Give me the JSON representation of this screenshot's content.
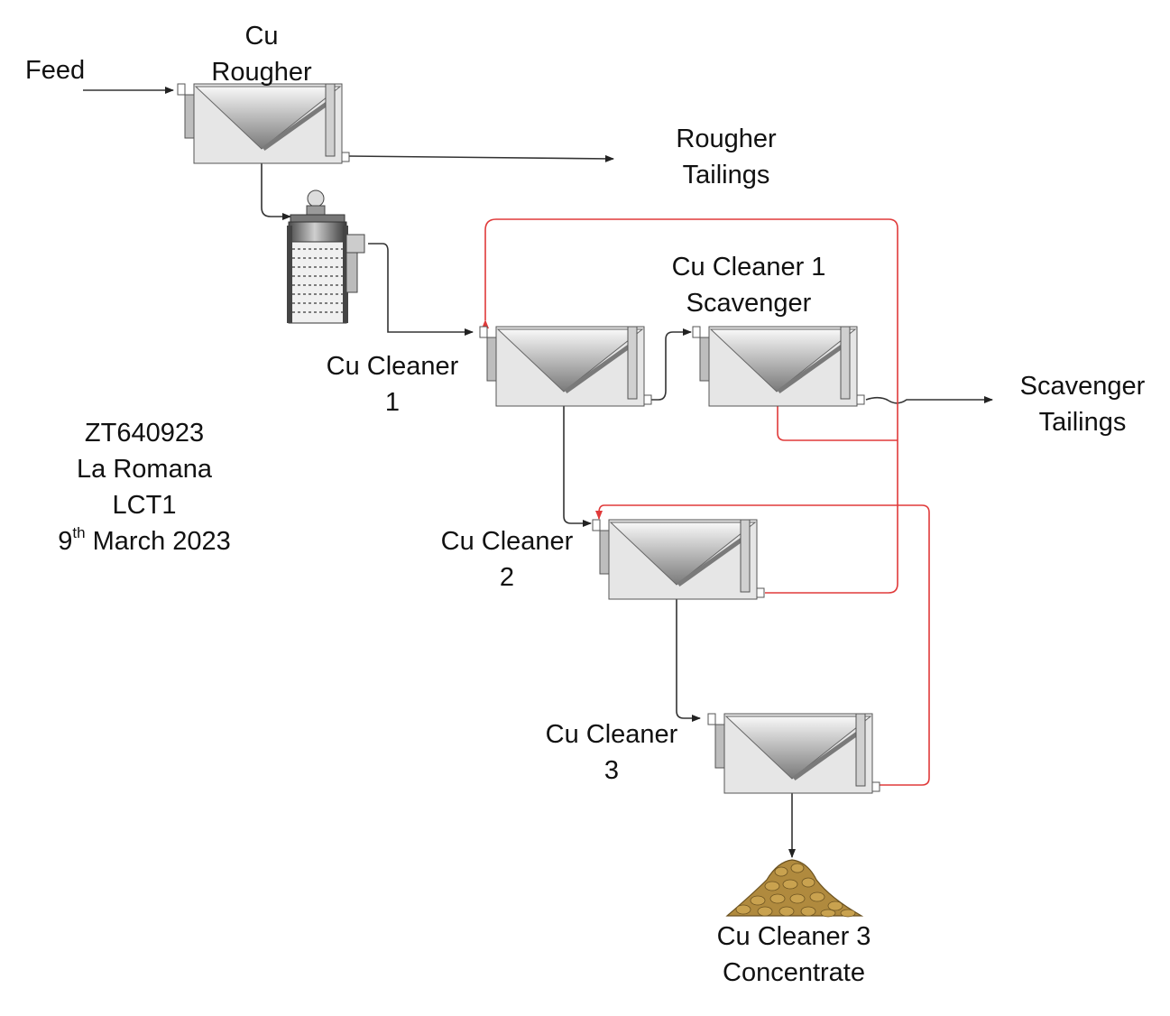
{
  "labels": {
    "feed": "Feed",
    "rougher": [
      "Cu",
      "Rougher"
    ],
    "rougher_tailings": [
      "Rougher",
      "Tailings"
    ],
    "cleaner1": [
      "Cu Cleaner",
      "1"
    ],
    "scavenger": [
      "Cu Cleaner 1",
      "Scavenger"
    ],
    "scavenger_tailings": [
      "Scavenger",
      "Tailings"
    ],
    "cleaner2": [
      "Cu Cleaner",
      "2"
    ],
    "cleaner3": [
      "Cu Cleaner",
      "3"
    ],
    "concentrate": [
      "Cu Cleaner 3",
      "Concentrate"
    ]
  },
  "sample": {
    "id": "ZT640923",
    "site": "La Romana",
    "test": "LCT1",
    "date_day": "9",
    "date_suffix": "th",
    "date_rest": " March 2023"
  },
  "colors": {
    "primary_flow": "#333333",
    "recycle_flow": "#e03a3a",
    "cell_fill": "#e6e6e6",
    "concentrate_pile": "#b08a3e"
  }
}
